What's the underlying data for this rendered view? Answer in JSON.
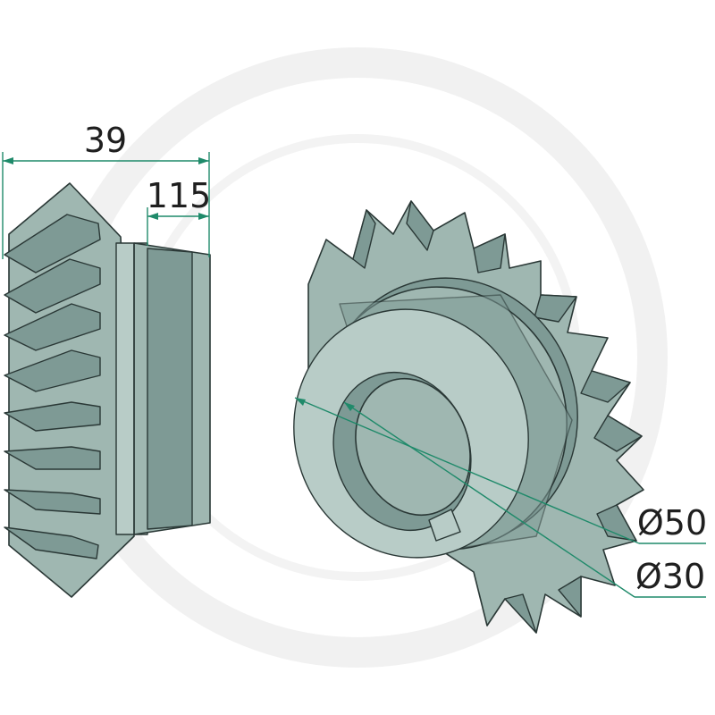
{
  "dimensions": {
    "overall_width": "39",
    "hub_width": "115",
    "outer_diameter": "Ø50",
    "bore_diameter": "Ø30"
  },
  "colors": {
    "gear_body": "#9fb7b1",
    "gear_shadow": "#7e9a95",
    "gear_highlight": "#b8ccc7",
    "outline": "#2a3836",
    "dimension_line": "#1f8a6a",
    "watermark": "#f1f1f1"
  },
  "icons": {
    "watermark": "brand-ring-watermark"
  }
}
